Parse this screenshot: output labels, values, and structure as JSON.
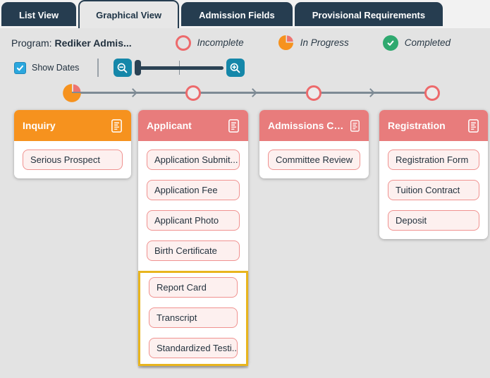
{
  "tabs": [
    {
      "label": "List View",
      "active": false
    },
    {
      "label": "Graphical View",
      "active": true
    },
    {
      "label": "Admission Fields",
      "active": false
    },
    {
      "label": "Provisional Requirements",
      "active": false
    }
  ],
  "header": {
    "program_label": "Program:",
    "program_value": "Rediker Admis..."
  },
  "legend": [
    {
      "label": "Incomplete",
      "status": "incomplete"
    },
    {
      "label": "In Progress",
      "status": "in-progress"
    },
    {
      "label": "Completed",
      "status": "completed"
    }
  ],
  "controls": {
    "show_dates_label": "Show Dates",
    "show_dates_checked": true,
    "check_glyph": "✓",
    "zoom_out_icon": "magnifier-minus",
    "zoom_in_icon": "magnifier-plus",
    "slider_position": "left"
  },
  "timeline": {
    "nodes": [
      {
        "status": "in-progress"
      },
      {
        "status": "incomplete"
      },
      {
        "status": "incomplete"
      },
      {
        "status": "incomplete"
      }
    ]
  },
  "columns": [
    {
      "title": "Inquiry",
      "header_color": "#f6921e",
      "icon": "document-icon",
      "items": [
        "Serious Prospect"
      ]
    },
    {
      "title": "Applicant",
      "header_color": "#e87c7c",
      "icon": "document-icon",
      "items": [
        "Application Submit...",
        "Application Fee",
        "Applicant Photo",
        "Birth Certificate",
        "Report Card",
        "Transcript",
        "Standardized Testi..."
      ],
      "highlight_start_index": 4,
      "highlight_color": "#e8b51e"
    },
    {
      "title": "Admissions Com...",
      "header_color": "#e87c7c",
      "icon": "document-icon",
      "items": [
        "Committee Review"
      ]
    },
    {
      "title": "Registration",
      "header_color": "#e87c7c",
      "icon": "document-icon",
      "items": [
        "Registration Form",
        "Tuition Contract",
        "Deposit"
      ]
    }
  ],
  "colors": {
    "incomplete": "#ed6a6c",
    "in_progress": "#f6921e",
    "in_progress_slice": "#ee7471",
    "completed": "#2fa96f",
    "tab_navy": "#263d50",
    "teal_button": "#1587a9",
    "checkbox_blue": "#2ba7de",
    "highlight_gold": "#e8b51e",
    "item_border": "#f09290",
    "item_bg": "#fdf0ef",
    "timeline_gray": "#7e8b95"
  }
}
